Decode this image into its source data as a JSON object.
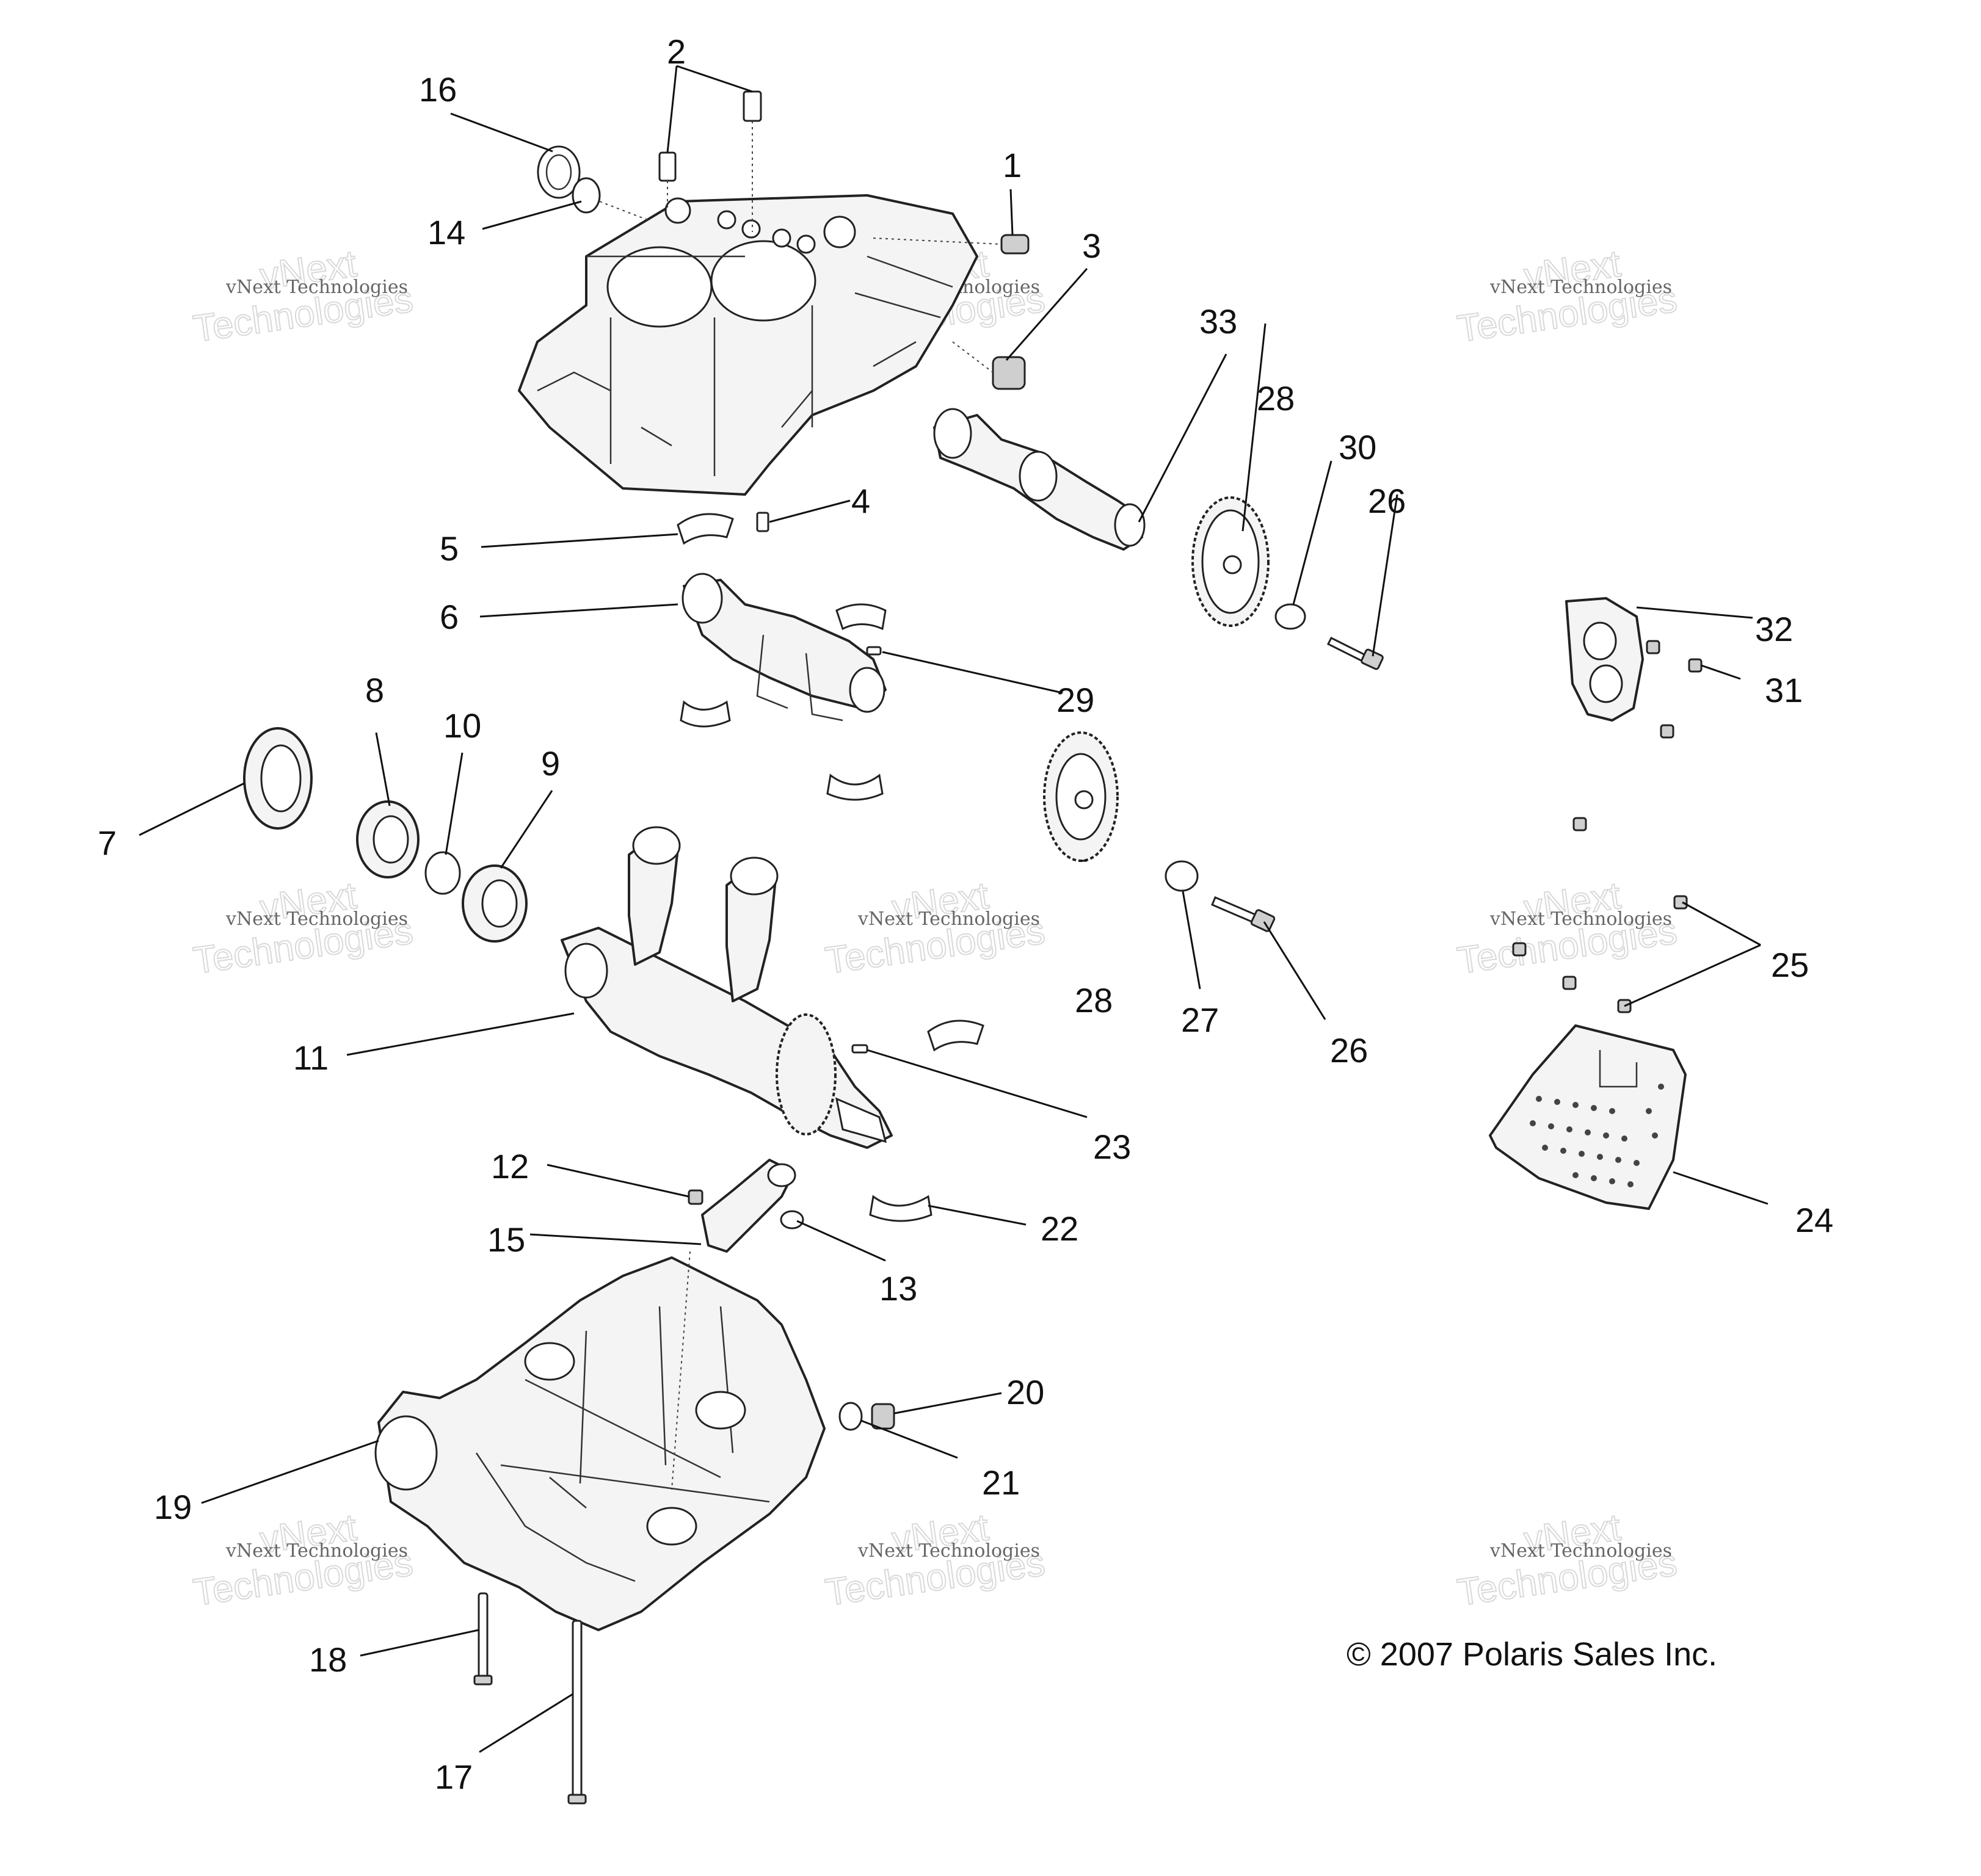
{
  "callouts": [
    {
      "n": "1"
    },
    {
      "n": "2"
    },
    {
      "n": "3"
    },
    {
      "n": "4"
    },
    {
      "n": "5"
    },
    {
      "n": "6"
    },
    {
      "n": "7"
    },
    {
      "n": "8"
    },
    {
      "n": "9"
    },
    {
      "n": "10"
    },
    {
      "n": "11"
    },
    {
      "n": "12"
    },
    {
      "n": "13"
    },
    {
      "n": "14"
    },
    {
      "n": "15"
    },
    {
      "n": "16"
    },
    {
      "n": "17"
    },
    {
      "n": "18"
    },
    {
      "n": "19"
    },
    {
      "n": "20"
    },
    {
      "n": "21"
    },
    {
      "n": "22"
    },
    {
      "n": "23"
    },
    {
      "n": "24"
    },
    {
      "n": "25"
    },
    {
      "n": "26"
    },
    {
      "n": "26"
    },
    {
      "n": "27"
    },
    {
      "n": "28"
    },
    {
      "n": "28"
    },
    {
      "n": "29"
    },
    {
      "n": "30"
    },
    {
      "n": "31"
    },
    {
      "n": "32"
    },
    {
      "n": "33"
    }
  ],
  "watermark": {
    "line1": "vNext Technologies",
    "line2": "Technologies",
    "brand": "vNext"
  },
  "copyright": "© 2007 Polaris Sales Inc."
}
